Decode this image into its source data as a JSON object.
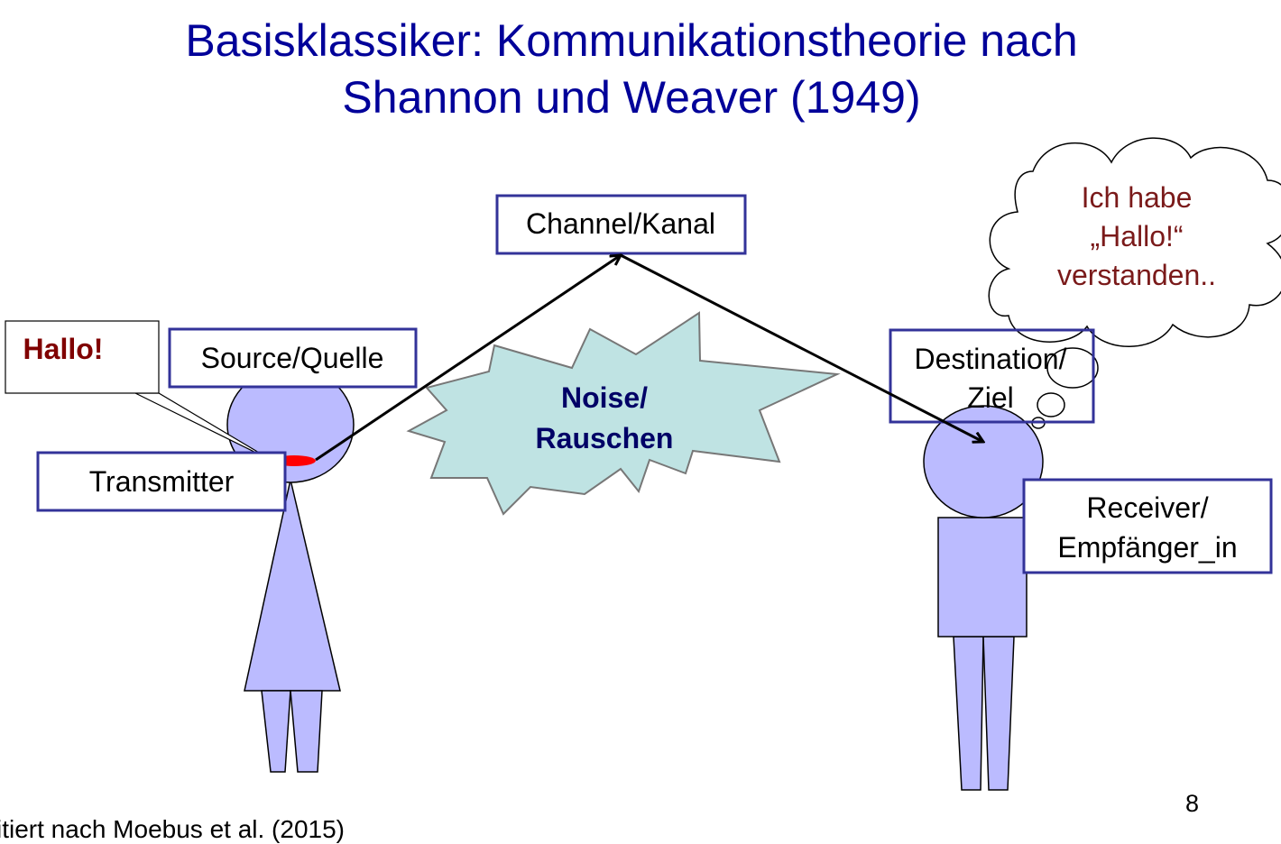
{
  "slide": {
    "title_line1": "Basisklassiker: Kommunikationstheorie nach",
    "title_line2": "Shannon und Weaver (1949)",
    "page_number": "8",
    "citation": "itiert nach Moebus et al. (2015)"
  },
  "diagram": {
    "speech_text": "Hallo!",
    "source_label": "Source/Quelle",
    "transmitter_label": "Transmitter",
    "channel_label": "Channel/Kanal",
    "noise_line1": "Noise/",
    "noise_line2": "Rauschen",
    "destination_line1": "Destination/",
    "destination_line2": "Ziel",
    "receiver_line1": "Receiver/",
    "receiver_line2": "Empfänger_in",
    "thought_line1": "Ich habe",
    "thought_line2": "„Hallo!“",
    "thought_line3": "verstanden.."
  },
  "colors": {
    "title": "#000099",
    "box_border": "#333399",
    "figure_fill": "#bbbbff",
    "mouth": "#ff0000",
    "noise_fill": "#bfe3e3",
    "noise_text": "#000066",
    "speech_text": "#800000",
    "thought_text": "#7a1a1a"
  }
}
